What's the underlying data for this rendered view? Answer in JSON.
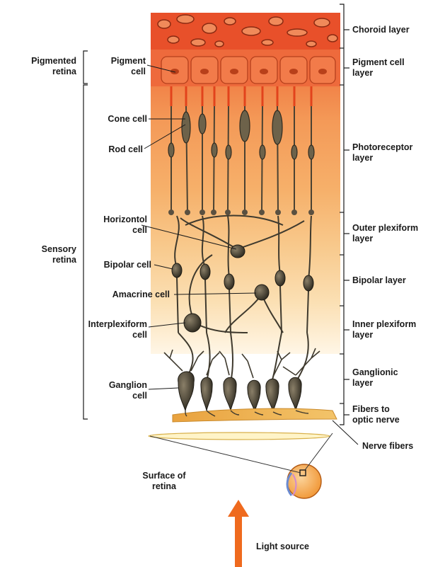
{
  "left_labels": {
    "pigmented_retina": [
      "Pigmented",
      "retina"
    ],
    "sensory_retina": [
      "Sensory",
      "retina"
    ]
  },
  "cell_labels": {
    "pigment_cell": [
      "Pigment",
      "cell"
    ],
    "cone_cell": [
      "Cone cell"
    ],
    "rod_cell": [
      "Rod cell"
    ],
    "horizontal_cell": [
      "Horizontol",
      "cell"
    ],
    "bipolar_cell": [
      "Bipolar cell"
    ],
    "amacrine_cell": [
      "Amacrine cell"
    ],
    "interplexiform_cell": [
      "Interplexiform",
      "cell"
    ],
    "ganglion_cell": [
      "Ganglion",
      "cell"
    ]
  },
  "layer_labels": {
    "choroid": [
      "Choroid layer"
    ],
    "pigment_cell_layer": [
      "Pigment cell",
      "layer"
    ],
    "photoreceptor": [
      "Photoreceptor",
      "layer"
    ],
    "outer_plexiform": [
      "Outer plexiform",
      "layer"
    ],
    "bipolar_layer": [
      "Bipolar layer"
    ],
    "inner_plexiform": [
      "Inner plexiform",
      "layer"
    ],
    "ganglionic": [
      "Ganglionic",
      "layer"
    ],
    "fibers_to_optic_nerve": [
      "Fibers to",
      "optic nerve"
    ]
  },
  "bottom_labels": {
    "nerve_fibers": [
      "Nerve fibers"
    ],
    "surface_of_retina": [
      "Surface of",
      "retina"
    ],
    "light_source": [
      "Light source"
    ]
  },
  "colors": {
    "choroid": "#e8502a",
    "pigment": "#ee6a3c",
    "band_top": "#f39a55",
    "band_bottom": "#fde2b6",
    "cell_body": "#3f3a2e",
    "fiber": "#e8a84a",
    "arrow": "#ef6a1e"
  }
}
